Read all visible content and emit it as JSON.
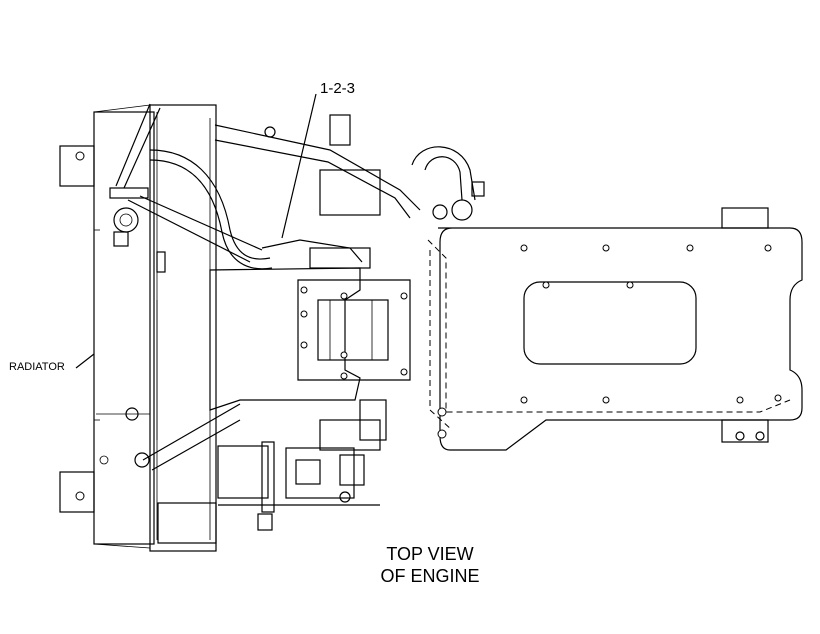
{
  "labels": {
    "callout": "1-2-3",
    "radiator": "RADIATOR",
    "caption_line1": "TOP VIEW",
    "caption_line2": "OF ENGINE"
  }
}
